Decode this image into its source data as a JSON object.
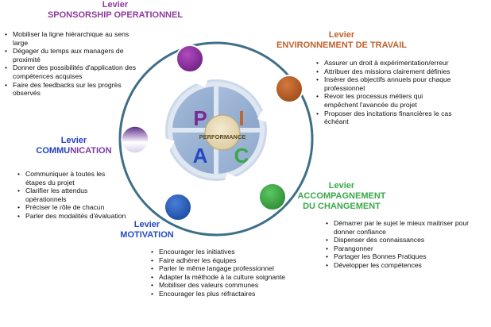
{
  "center": {
    "letters": [
      "P",
      "I",
      "A",
      "C"
    ],
    "label": "PERFORMANCE"
  },
  "levers": {
    "sponsorship": {
      "prefix": "Levier",
      "name": "SPONSORSHIP OPERATIONNEL",
      "color": "#8e3a9c",
      "items": [
        "Mobiliser la ligne hiérarchique au sens large",
        "Dégager du temps aux managers de proximité",
        "Donner des possibilités d'application des compétences acquises",
        "Faire des feedbacks sur les progrès observés"
      ]
    },
    "environnement": {
      "prefix": "Levier",
      "name": "ENVIRONNEMENT DE TRAVAIL",
      "color": "#c0622c",
      "items": [
        "Assurer un droit à expérimentation/erreur",
        "Attribuer des missions clairement définies",
        "Insérer des objectifs annuels pour chaque professionnel",
        "Revoir les processus métiers qui empêchent l'avancée du projet",
        "Proposer des incitations financières le cas échéant"
      ]
    },
    "communication": {
      "prefix": "Levier",
      "name_part1": "COMMU",
      "name_part2": "NICATION",
      "color1": "#2440c0",
      "color2": "#7a3aa0",
      "items": [
        "Communiquer à toutes les étapes du projet",
        "Clarifier les attendus opérationnels",
        "Préciser le rôle de chacun",
        "Parler des modalités d'évaluation"
      ]
    },
    "accompagnement": {
      "prefix": "Levier",
      "name_line1": "ACCOMPAGNEMENT",
      "name_line2": "DU CHANGEMENT",
      "color": "#3aa84a",
      "items": [
        "Démarrer par le sujet le mieux maitriser pour donner confiance",
        "Dispenser des connaissances",
        "Parangonner",
        "Partager les Bonnes Pratiques",
        "Développer les compétences"
      ]
    },
    "motivation": {
      "prefix": "Levier",
      "name": "MOTIVATION",
      "color": "#2448c4",
      "items": [
        "Encourager les initiatives",
        "Faire adhérer les équipes",
        "Parler le même langage professionnel",
        "Adapter la méthode à la culture soignante",
        "Mobiliser des valeurs communes",
        "Encourager les plus réfractaires"
      ]
    }
  }
}
